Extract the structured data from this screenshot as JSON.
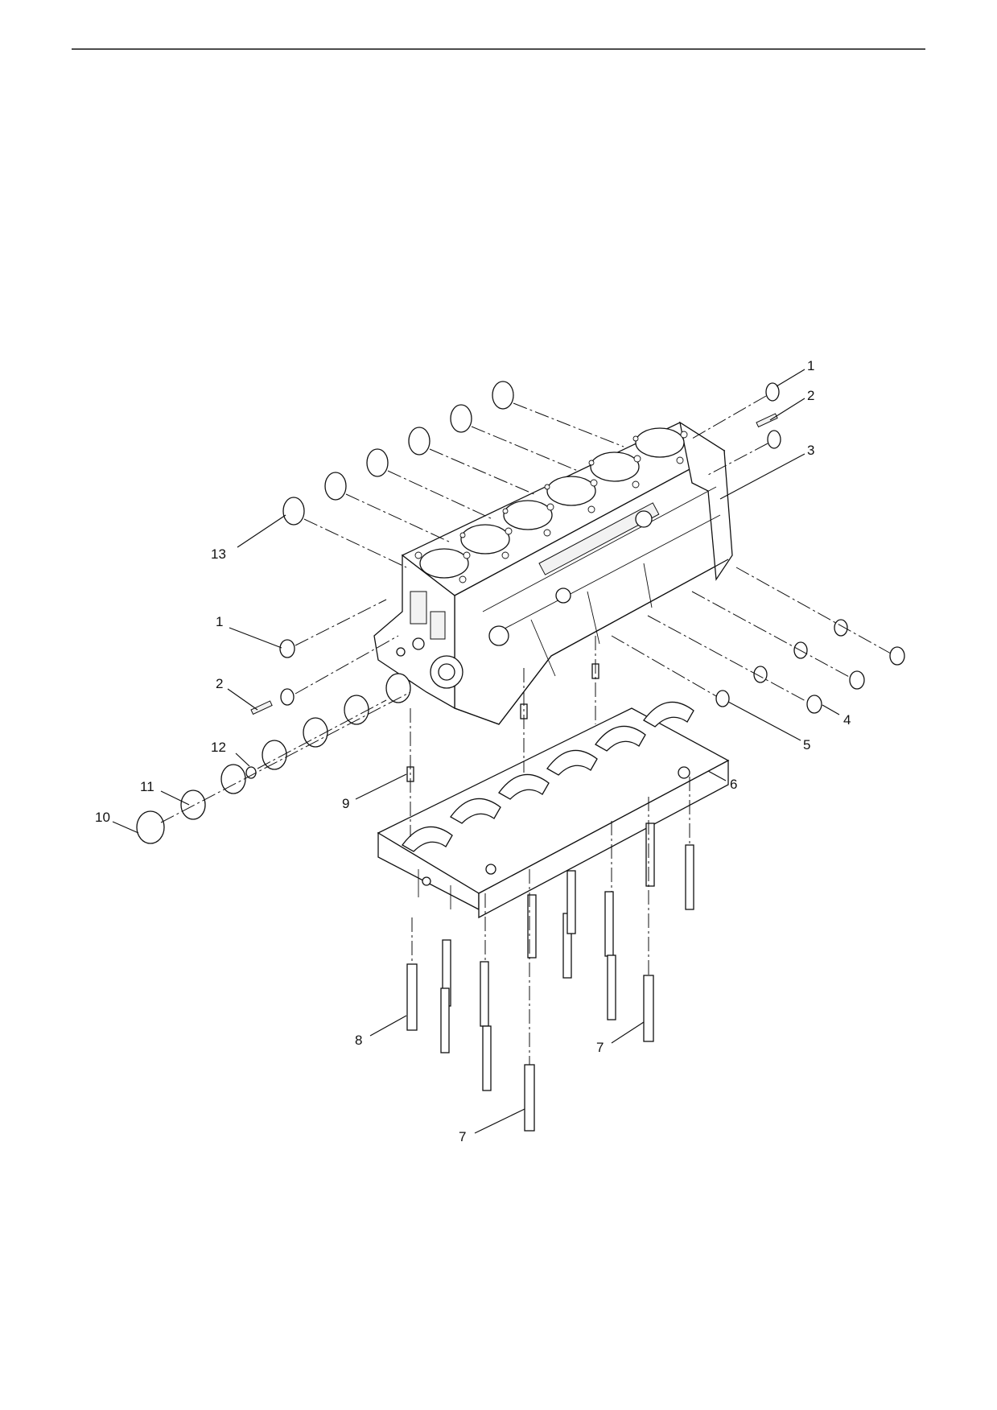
{
  "figure": {
    "kind": "exploded-parts-diagram",
    "callouts": [
      {
        "id": "c1a",
        "label": "1"
      },
      {
        "id": "c2a",
        "label": "2"
      },
      {
        "id": "c3",
        "label": "3"
      },
      {
        "id": "c13",
        "label": "13"
      },
      {
        "id": "c1b",
        "label": "1"
      },
      {
        "id": "c2b",
        "label": "2"
      },
      {
        "id": "c4",
        "label": "4"
      },
      {
        "id": "c5",
        "label": "5"
      },
      {
        "id": "c12",
        "label": "12"
      },
      {
        "id": "c6",
        "label": "6"
      },
      {
        "id": "c11",
        "label": "11"
      },
      {
        "id": "c9",
        "label": "9"
      },
      {
        "id": "c10",
        "label": "10"
      },
      {
        "id": "c8",
        "label": "8"
      },
      {
        "id": "c7a",
        "label": "7"
      },
      {
        "id": "c7b",
        "label": "7"
      }
    ]
  }
}
